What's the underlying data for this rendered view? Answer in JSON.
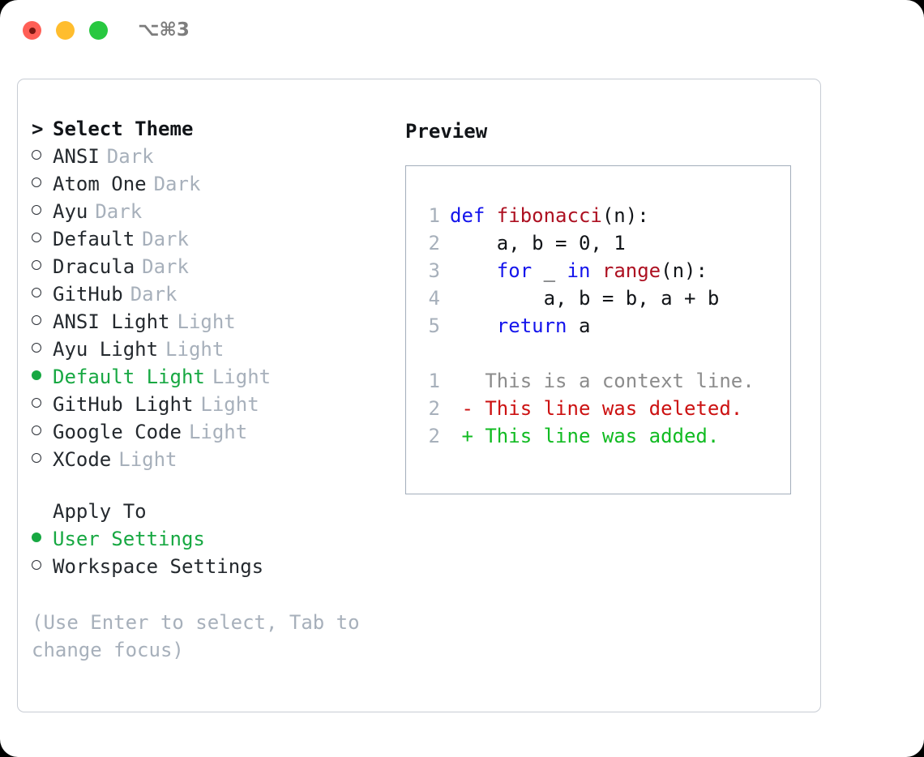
{
  "titlebar": {
    "shortcut": "⌥⌘3",
    "buttons": [
      {
        "name": "close",
        "color": "#ff5f56"
      },
      {
        "name": "minimize",
        "color": "#ffbd2e"
      },
      {
        "name": "zoom",
        "color": "#28c840"
      }
    ]
  },
  "theme_panel": {
    "caret": ">",
    "header": "Select Theme",
    "marker_selected": "●",
    "marker_unselected": "○",
    "items": [
      {
        "name": "ANSI",
        "variant": "Dark",
        "selected": false
      },
      {
        "name": "Atom One",
        "variant": "Dark",
        "selected": false
      },
      {
        "name": "Ayu",
        "variant": "Dark",
        "selected": false
      },
      {
        "name": "Default",
        "variant": "Dark",
        "selected": false
      },
      {
        "name": "Dracula",
        "variant": "Dark",
        "selected": false
      },
      {
        "name": "GitHub",
        "variant": "Dark",
        "selected": false
      },
      {
        "name": "ANSI Light",
        "variant": "Light",
        "selected": false
      },
      {
        "name": "Ayu Light",
        "variant": "Light",
        "selected": false
      },
      {
        "name": "Default Light",
        "variant": "Light",
        "selected": true
      },
      {
        "name": "GitHub Light",
        "variant": "Light",
        "selected": false
      },
      {
        "name": "Google Code",
        "variant": "Light",
        "selected": false
      },
      {
        "name": "XCode",
        "variant": "Light",
        "selected": false
      }
    ]
  },
  "apply_to": {
    "header": "Apply To",
    "items": [
      {
        "name": "User Settings",
        "selected": true
      },
      {
        "name": "Workspace Settings",
        "selected": false
      }
    ]
  },
  "hint": "(Use Enter to select, Tab to change focus)",
  "preview": {
    "title": "Preview",
    "code_lines": [
      {
        "num": "1",
        "tokens": [
          {
            "t": "def ",
            "c": "kw"
          },
          {
            "t": "fibonacci",
            "c": "fn"
          },
          {
            "t": "(n):",
            "c": "plain"
          }
        ]
      },
      {
        "num": "2",
        "tokens": [
          {
            "t": "    a, b = 0, 1",
            "c": "plain"
          }
        ]
      },
      {
        "num": "3",
        "tokens": [
          {
            "t": "    ",
            "c": "plain"
          },
          {
            "t": "for",
            "c": "kw"
          },
          {
            "t": " _ ",
            "c": "plain"
          },
          {
            "t": "in",
            "c": "kw"
          },
          {
            "t": " ",
            "c": "plain"
          },
          {
            "t": "range",
            "c": "fn"
          },
          {
            "t": "(n):",
            "c": "plain"
          }
        ]
      },
      {
        "num": "4",
        "tokens": [
          {
            "t": "        a, b = b, a + b",
            "c": "plain"
          }
        ]
      },
      {
        "num": "5",
        "tokens": [
          {
            "t": "    ",
            "c": "plain"
          },
          {
            "t": "return",
            "c": "kw"
          },
          {
            "t": " a",
            "c": "plain"
          }
        ]
      }
    ],
    "diff_lines": [
      {
        "num": "1",
        "sign": " ",
        "text": " This is a context line.",
        "kind": "ctx"
      },
      {
        "num": "2",
        "sign": "-",
        "text": " This line was deleted.",
        "kind": "del"
      },
      {
        "num": "2",
        "sign": "+",
        "text": " This line was added.",
        "kind": "add"
      }
    ]
  },
  "colors": {
    "selected_green": "#17a842",
    "muted_gray": "#a7b0bb",
    "keyword_blue": "#1414ec",
    "function_red": "#ad1021",
    "diff_delete": "#cc1111",
    "diff_add": "#11bb22"
  }
}
